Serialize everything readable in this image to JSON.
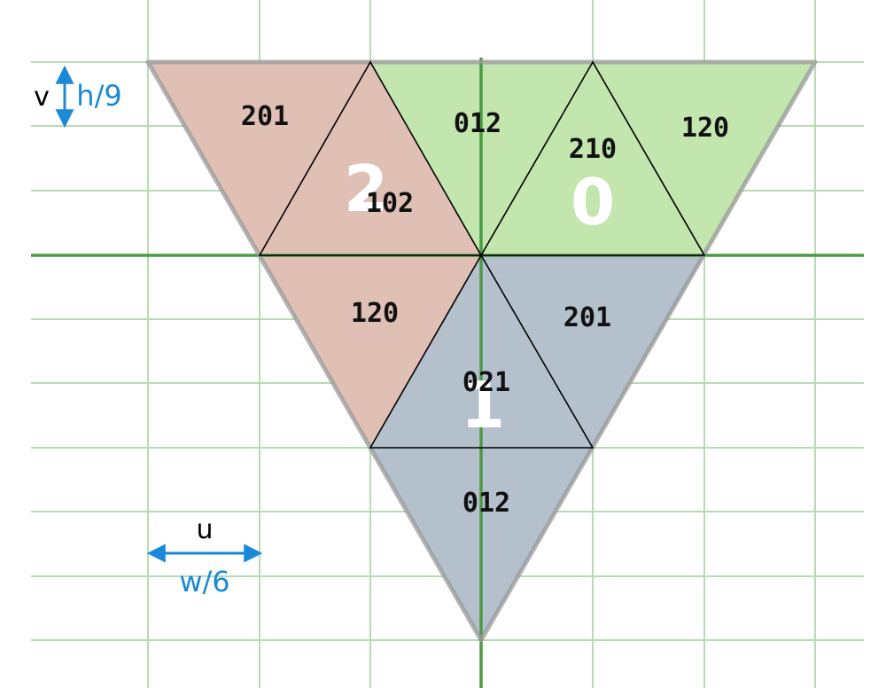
{
  "colors": {
    "grid": "#b6dcb2",
    "axis": "#4c9a44",
    "region0": "#c2e6ad",
    "region1": "#b4c0cc",
    "region2": "#e0c0b4",
    "outline": "#9a9a9a",
    "edge": "#000000",
    "dimension": "#1a8ad6",
    "white_label": "#ffffff"
  },
  "regions": [
    {
      "id": "0",
      "color_key": "region0"
    },
    {
      "id": "1",
      "color_key": "region1"
    },
    {
      "id": "2",
      "color_key": "region2"
    }
  ],
  "region_labels": {
    "r0": "0",
    "r1": "1",
    "r2": "2"
  },
  "triangle_labels": {
    "t1": "201",
    "t2": "102",
    "t3": "012",
    "t4": "210",
    "t5": "120",
    "t6": "120",
    "t7": "201",
    "t8": "021",
    "t9": "012"
  },
  "dimensions": {
    "v_label": "v",
    "h_label": "h/9",
    "u_label": "u",
    "w_label": "w/6"
  }
}
